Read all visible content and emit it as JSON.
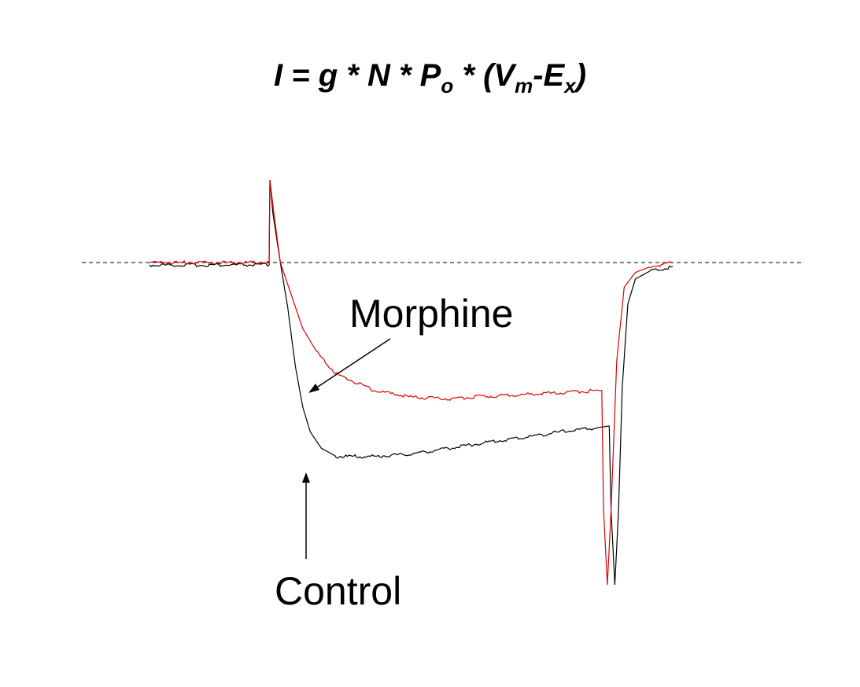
{
  "equation": {
    "current": "I",
    "equals": "=",
    "conductance": "g",
    "channels": "N",
    "open_prob": "P",
    "open_prob_sub": "o",
    "voltage": "V",
    "voltage_sub": "m",
    "reversal": "E",
    "reversal_sub": "x",
    "times": "*"
  },
  "chart_data": {
    "type": "line",
    "title": "",
    "xlabel": "",
    "ylabel": "",
    "baseline": {
      "style": "dashed",
      "color": "#333333"
    },
    "series": [
      {
        "name": "Control",
        "color": "#000000",
        "points": [
          [
            0,
            -0.03
          ],
          [
            3.2,
            -0.03
          ],
          [
            3.22,
            1.0
          ],
          [
            3.3,
            0.6
          ],
          [
            3.5,
            0.0
          ],
          [
            3.7,
            -0.55
          ],
          [
            3.9,
            -1.25
          ],
          [
            4.1,
            -1.75
          ],
          [
            4.3,
            -2.05
          ],
          [
            4.6,
            -2.25
          ],
          [
            5,
            -2.35
          ],
          [
            6,
            -2.35
          ],
          [
            7,
            -2.32
          ],
          [
            8,
            -2.25
          ],
          [
            9,
            -2.18
          ],
          [
            10,
            -2.12
          ],
          [
            11,
            -2.05
          ],
          [
            12,
            -2.0
          ],
          [
            12.3,
            -1.98
          ],
          [
            12.35,
            -3.0
          ],
          [
            12.45,
            -4.0
          ],
          [
            12.55,
            -3.0
          ],
          [
            12.65,
            -1.5
          ],
          [
            12.8,
            -0.5
          ],
          [
            13,
            -0.2
          ],
          [
            13.4,
            -0.1
          ],
          [
            14,
            -0.05
          ]
        ]
      },
      {
        "name": "Morphine",
        "color": "#dd0000",
        "points": [
          [
            0,
            0.0
          ],
          [
            3.2,
            0.0
          ],
          [
            3.22,
            1.0
          ],
          [
            3.3,
            0.7
          ],
          [
            3.5,
            0.0
          ],
          [
            3.8,
            -0.4
          ],
          [
            4.1,
            -0.8
          ],
          [
            4.5,
            -1.1
          ],
          [
            5,
            -1.35
          ],
          [
            6,
            -1.55
          ],
          [
            7,
            -1.63
          ],
          [
            8,
            -1.65
          ],
          [
            9,
            -1.62
          ],
          [
            10,
            -1.6
          ],
          [
            11,
            -1.58
          ],
          [
            12,
            -1.55
          ],
          [
            12.1,
            -1.55
          ],
          [
            12.15,
            -3.0
          ],
          [
            12.25,
            -4.0
          ],
          [
            12.35,
            -3.0
          ],
          [
            12.5,
            -1.2
          ],
          [
            12.7,
            -0.3
          ],
          [
            13,
            -0.12
          ],
          [
            13.4,
            -0.05
          ],
          [
            14,
            0.0
          ]
        ]
      }
    ],
    "annotations": [
      {
        "text": "Morphine",
        "arrow_to_series": "Morphine"
      },
      {
        "text": "Control",
        "arrow_to_series": "Control"
      }
    ]
  }
}
